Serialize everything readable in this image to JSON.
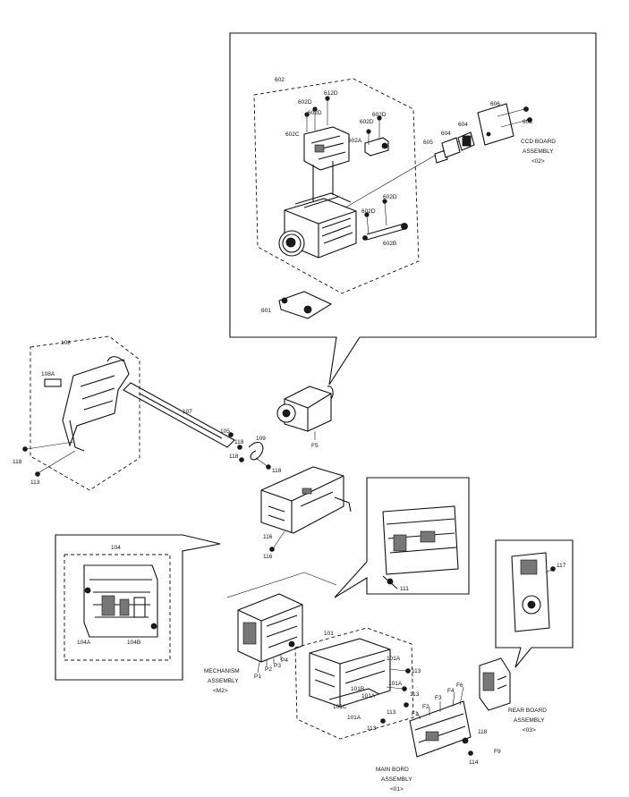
{
  "labels": {
    "l602": "602",
    "l612d": "612D",
    "l602d_a": "602D",
    "l602d_b": "602D",
    "l602d_c": "602D",
    "l602c": "602C",
    "l602a": "602A",
    "l605": "605",
    "l604a": "604",
    "l604b": "604",
    "l606": "606",
    "l608": "608",
    "l602d_d": "602D",
    "l602d_e": "602D",
    "l602b": "602B",
    "l601": "601",
    "ccd_line1": "CCD BOARD",
    "ccd_line2": "ASSEMBLY",
    "ccd_line3": "<02>",
    "l108": "108",
    "l108a": "108A",
    "l107": "107",
    "l105": "105",
    "l118a": "118",
    "l118b": "118",
    "l118c": "118",
    "l118d": "118",
    "l109": "109",
    "l113a": "113",
    "lF5": "F5",
    "l116a": "116",
    "l116b": "116",
    "l104": "104",
    "l104a": "104A",
    "l104b": "104B",
    "l111": "111",
    "l117": "117",
    "mech_line1": "MECHANISM",
    "mech_line2": "ASSEMBLY",
    "mech_line3": "<M2>",
    "lP1": "P1",
    "lP2": "P2",
    "lP3": "P3",
    "lP4": "P4",
    "l101": "101",
    "l101a_1": "101A",
    "l101a_2": "101A",
    "l101a_3": "101A",
    "l101a_4": "101A",
    "l101b": "101B",
    "l101c": "101C",
    "l113b": "113",
    "l113c": "113",
    "l113d": "113",
    "l113e": "113",
    "lF1": "F1",
    "lF2": "F2",
    "lF3": "F3",
    "lF4": "F4",
    "lF6": "F6",
    "lF9": "F9",
    "l118e": "118",
    "l114": "114",
    "rear_line1": "REAR BOARD",
    "rear_line2": "ASSEMBLY",
    "rear_line3": "<03>",
    "main_line1": "MAIN BORD",
    "main_line2": "ASSEMBLY",
    "main_line3": "<01>"
  }
}
